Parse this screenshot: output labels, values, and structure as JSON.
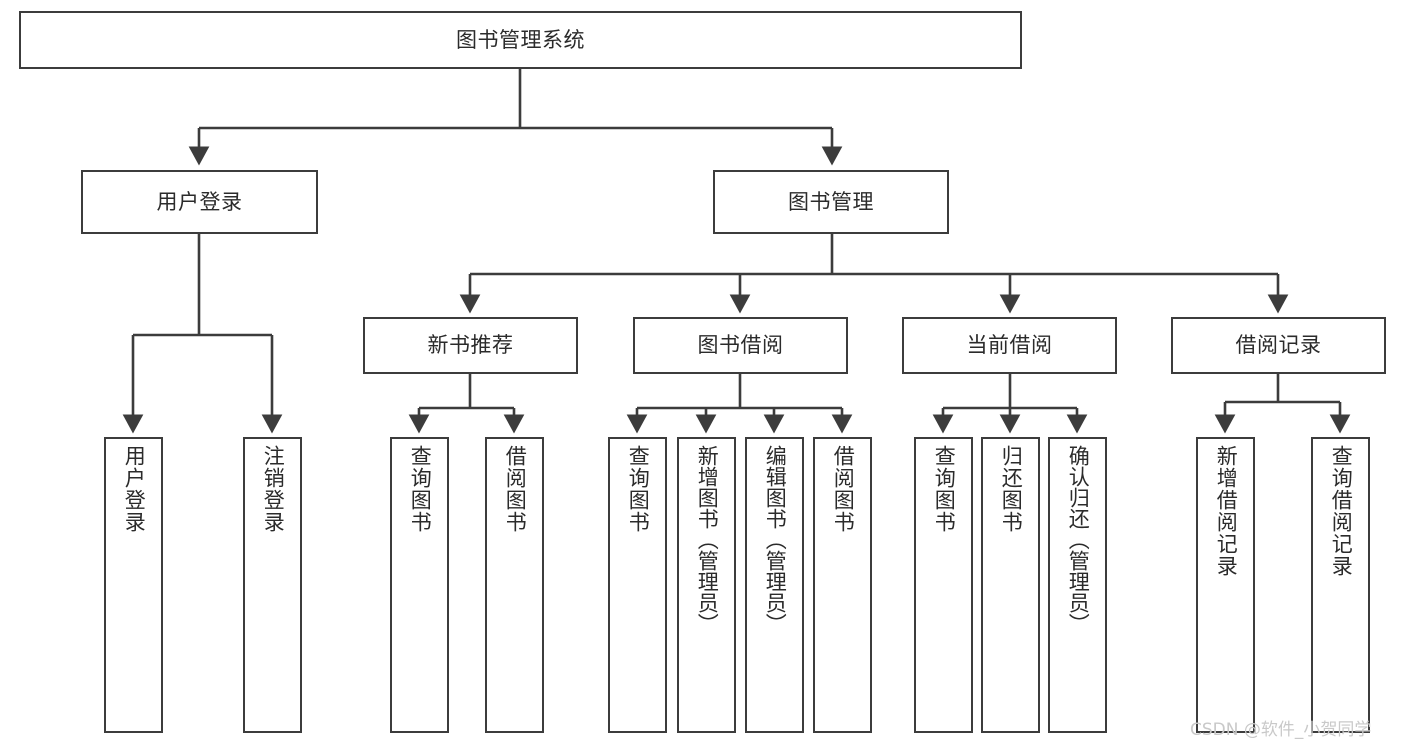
{
  "diagram": {
    "type": "tree-hierarchy",
    "title": "图书管理系统",
    "orientation": "top-down",
    "watermark": "CSDN @软件_小贺同学",
    "colors": {
      "box_border": "#3c3c3c",
      "box_fill": "#ffffff",
      "connector": "#3c3c3c",
      "text": "#2b2b2b",
      "watermark": "#c9c9c9",
      "background": "#ffffff"
    },
    "nodes": {
      "root": {
        "label": "图书管理系统"
      },
      "level1": [
        {
          "label": "用户登录"
        },
        {
          "label": "图书管理"
        }
      ],
      "level2": [
        {
          "label": "新书推荐"
        },
        {
          "label": "图书借阅"
        },
        {
          "label": "当前借阅"
        },
        {
          "label": "借阅记录"
        }
      ],
      "leaves_user_login": [
        {
          "label": "用户登录"
        },
        {
          "label": "注销登录"
        }
      ],
      "leaves_new_book": [
        {
          "label": "查询图书"
        },
        {
          "label": "借阅图书"
        }
      ],
      "leaves_borrow": [
        {
          "label": "查询图书"
        },
        {
          "label": "新增图书（管理员）"
        },
        {
          "label": "编辑图书（管理员）"
        },
        {
          "label": "借阅图书"
        }
      ],
      "leaves_current": [
        {
          "label": "查询图书"
        },
        {
          "label": "归还图书"
        },
        {
          "label": "确认归还（管理员）"
        }
      ],
      "leaves_records": [
        {
          "label": "新增借阅记录"
        },
        {
          "label": "查询借阅记录"
        }
      ]
    }
  }
}
